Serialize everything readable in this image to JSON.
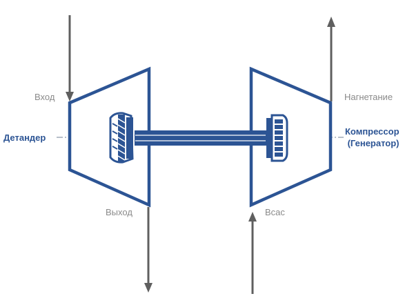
{
  "colors": {
    "machine_blue": "#2c5494",
    "arrow_gray": "#5f5f5f",
    "label_gray": "#8a8a8a",
    "axis_line": "#6f7f96"
  },
  "labels": {
    "inlet": "Вход",
    "outlet": "Выход",
    "discharge": "Нагнетание",
    "suction": "Всас",
    "expander": "Детандер",
    "compressor_line1": "Компрессор",
    "compressor_line2": "(Генератор)"
  },
  "icons": {
    "expander_body": "trapezoid-housing",
    "compressor_body": "trapezoid-housing",
    "expander_wheel": "turbine-wheel-icon",
    "compressor_wheel": "impeller-wheel-icon",
    "shaft": "shaft",
    "flow_arrows": [
      "arrow-down-icon",
      "arrow-down-icon",
      "arrow-up-icon",
      "arrow-up-icon"
    ]
  }
}
